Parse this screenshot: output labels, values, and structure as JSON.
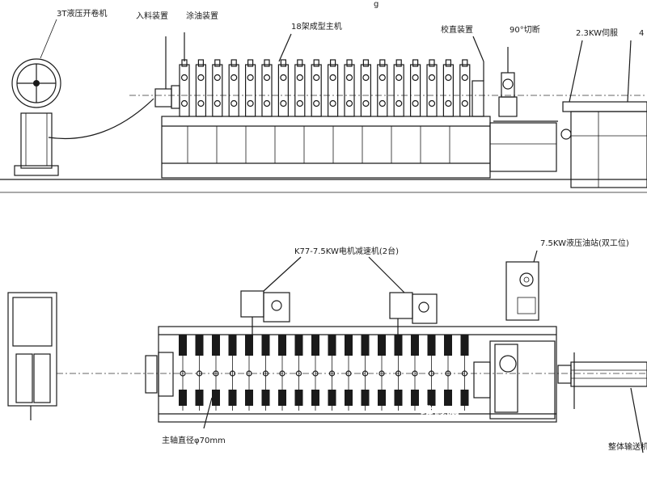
{
  "top_view": {
    "page_mark": "g",
    "labels": {
      "decoiler": "3T液压开卷机",
      "feeder": "入料装置",
      "oiler": "涂油装置",
      "roll_former": "18架成型主机",
      "straightener": "校直装置",
      "cutter": "90°切断",
      "cutter_motor": "2.3KW伺服",
      "runout": "4"
    }
  },
  "bottom_view": {
    "labels": {
      "motor_reducer": "K77-7.5KW电机减速机(2台)",
      "hydraulic": "7.5KW液压油站(双工位)",
      "shaft": "主轴直径φ70mm",
      "output": "整体输送机"
    },
    "watermark": "维修网"
  },
  "colors": {
    "ink": "#1a1a1a",
    "paper": "#ffffff"
  }
}
